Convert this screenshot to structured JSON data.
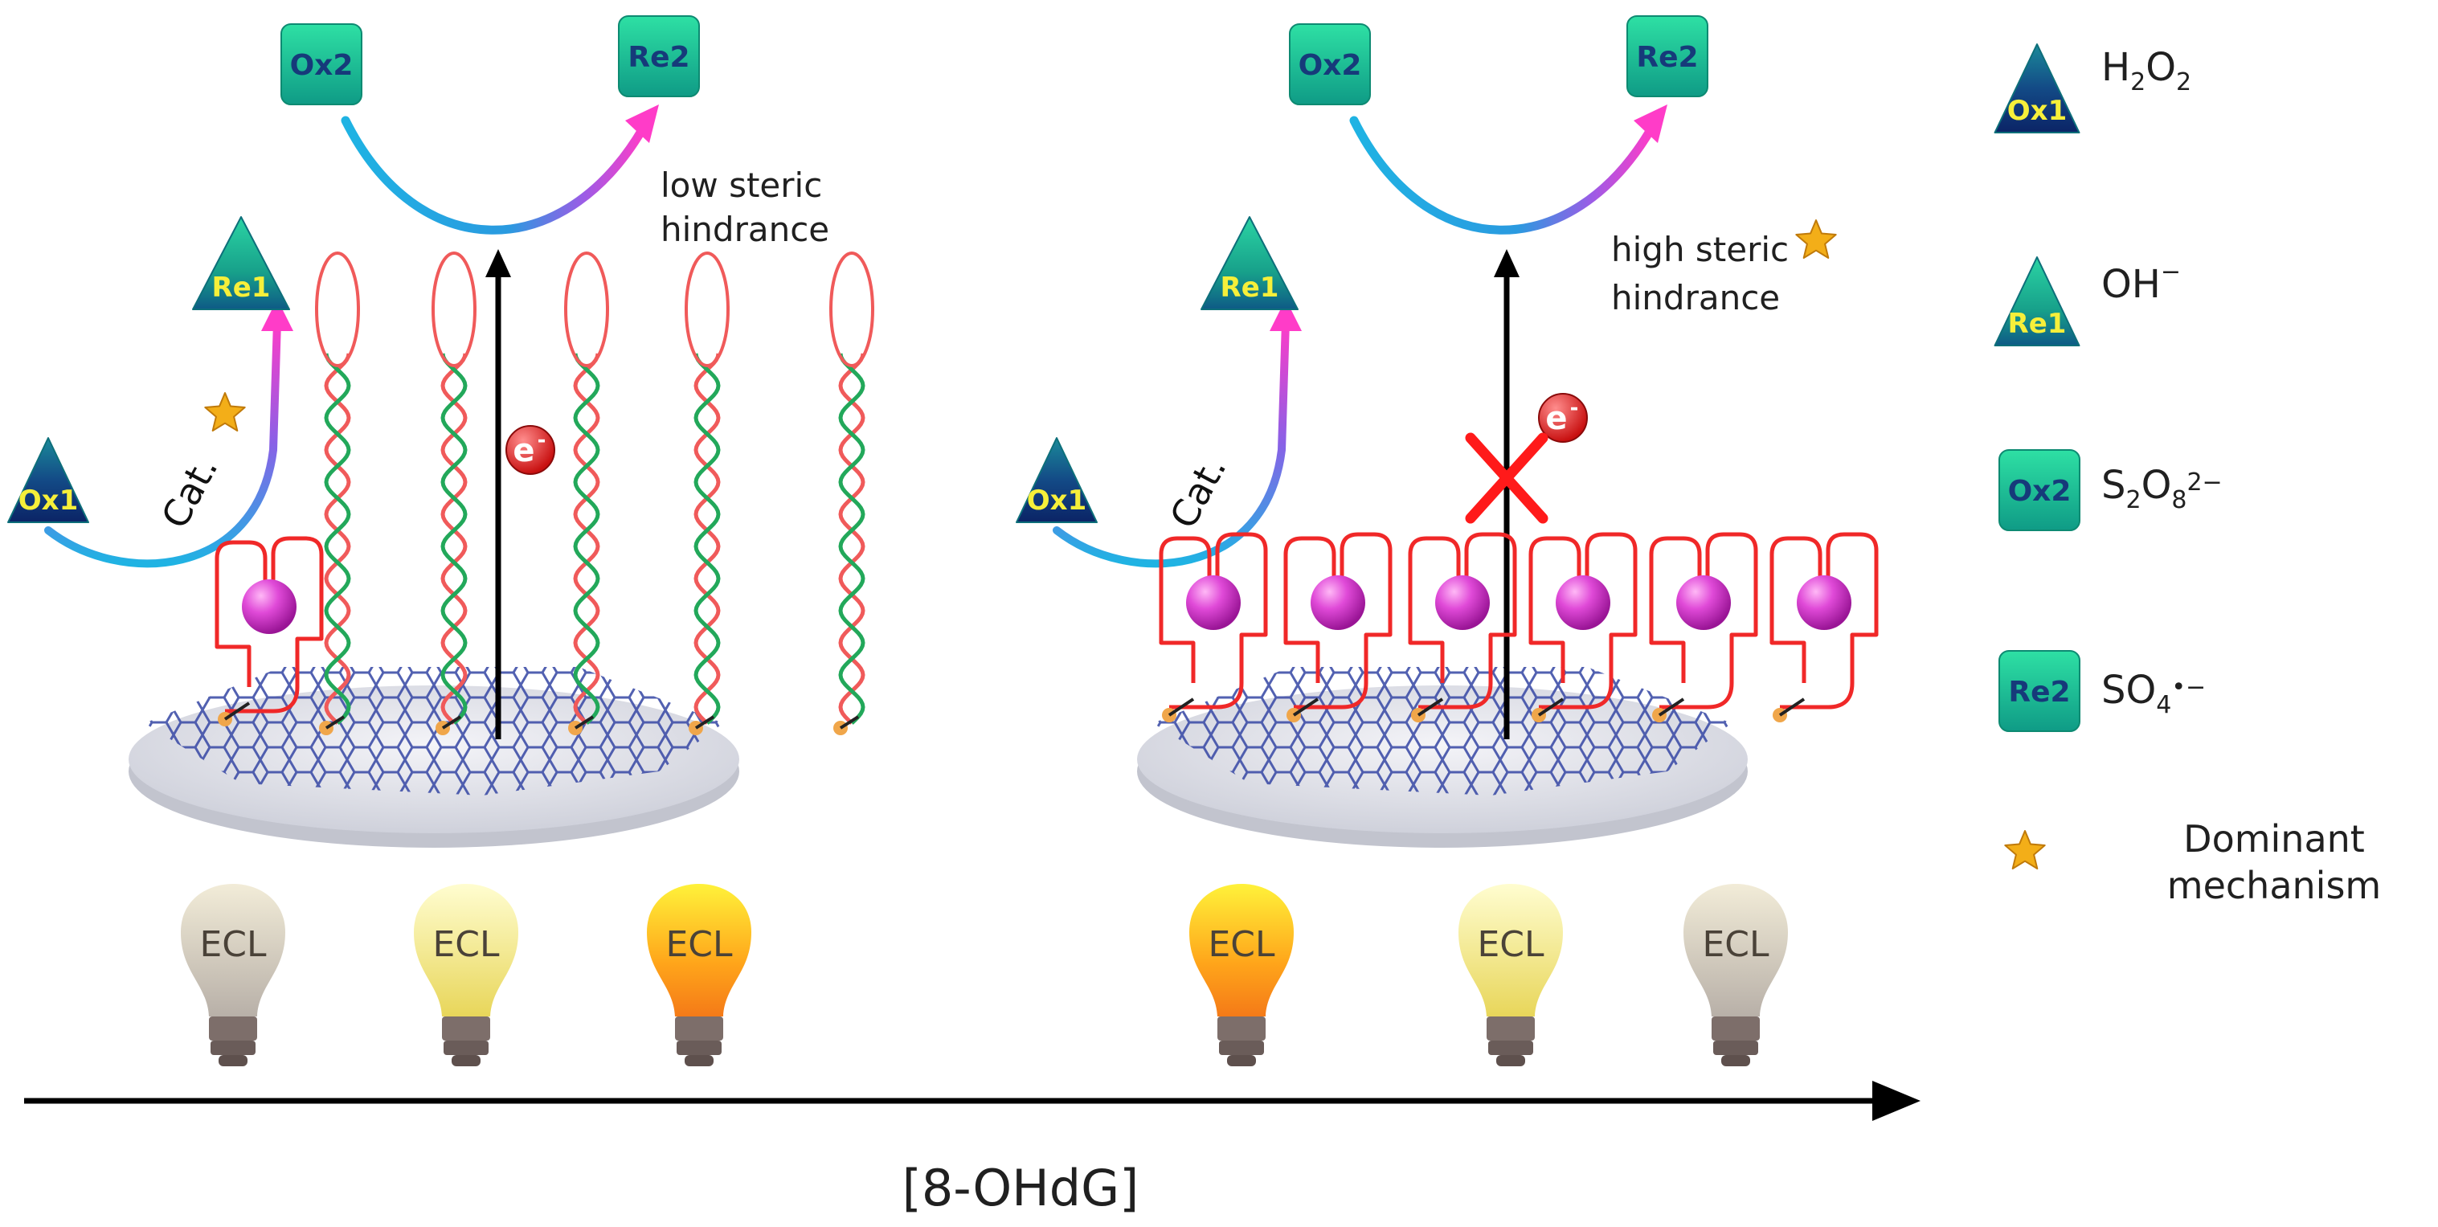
{
  "species": {
    "ox1": "Ox1",
    "re1": "Re1",
    "ox2": "Ox2",
    "re2": "Re2"
  },
  "labels": {
    "cat": "Cat.",
    "electron": "e",
    "electron_sup": "-",
    "low_steric": [
      "low steric",
      "hindrance"
    ],
    "high_steric": [
      "high steric",
      "hindrance"
    ],
    "ecl": "ECL",
    "axis": "[8-OHdG]"
  },
  "legend": {
    "ox1": {
      "main": "H",
      "sub1": "2",
      "mid": "O",
      "sub2": "2"
    },
    "re1": {
      "main": "OH",
      "sup": "−"
    },
    "ox2": {
      "main": "S",
      "sub1": "2",
      "mid": "O",
      "sub2": "8",
      "sup": "2−"
    },
    "re2": {
      "main": "SO",
      "sub1": "4",
      "sup": "•−"
    },
    "star": [
      "Dominant",
      "mechanism"
    ]
  },
  "bulbs": [
    {
      "level": 0.15
    },
    {
      "level": 0.5
    },
    {
      "level": 0.9
    },
    {
      "level": 0.9
    },
    {
      "level": 0.5
    },
    {
      "level": 0.15
    }
  ],
  "colors": {
    "teal": "#1fb891",
    "navy": "#1b3a78",
    "arc_start": "#1fb3e3",
    "arc_end": "#ff3cc8",
    "dna_red": "#f05a5a",
    "dna_green": "#22a85a",
    "aptamer": "#f02828",
    "pink": "#d93ad6",
    "lattice": "#3f4fa8",
    "star": "#f3ae18",
    "cross": "#ff1a1a"
  }
}
